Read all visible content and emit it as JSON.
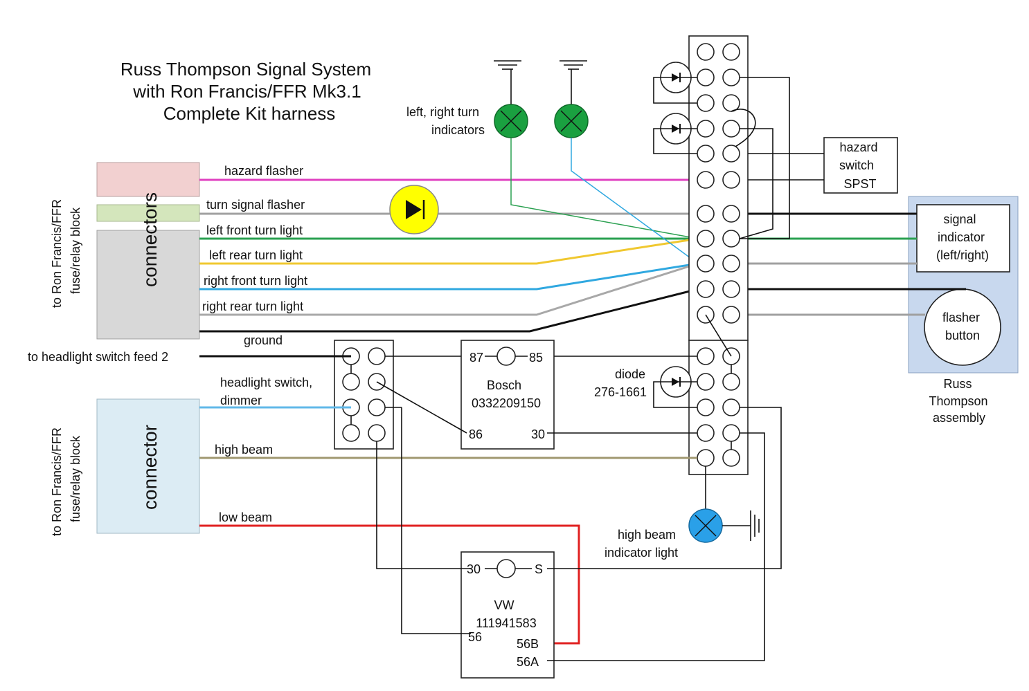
{
  "title": {
    "line1": "Russ Thompson Signal System",
    "line2": "with Ron Francis/FFR Mk3.1",
    "line3": "Complete Kit harness"
  },
  "side_labels": {
    "top_1": "to Ron Francis/FFR",
    "top_2": "fuse/relay block",
    "bottom_1": "to Ron Francis/FFR",
    "bottom_2": "fuse/relay block"
  },
  "connectors": {
    "top": "connectors",
    "bottom": "connector"
  },
  "wires": [
    {
      "label": "hazard flasher",
      "color": "#e040c0"
    },
    {
      "label": "turn signal flasher",
      "color": "#a0a0a0"
    },
    {
      "label": "left front turn light",
      "color": "#2aa050"
    },
    {
      "label": "left rear turn light",
      "color": "#f0c830"
    },
    {
      "label": "right front turn light",
      "color": "#30a8e0"
    },
    {
      "label": "right rear turn light",
      "color": "#a8a8a8"
    },
    {
      "label": "ground",
      "color": "#111111"
    },
    {
      "label": "to headlight switch feed 2",
      "color": "#111111"
    },
    {
      "label": "headlight switch,",
      "color": "#60b8e8"
    },
    {
      "label": "dimmer",
      "color": "#60b8e8"
    },
    {
      "label": "high beam",
      "color": "#a09870"
    },
    {
      "label": "low beam",
      "color": "#e02020"
    }
  ],
  "indicators": {
    "label_1": "left, right turn",
    "label_2": "indicators",
    "color": "#1aa040"
  },
  "hazard_switch": {
    "line1": "hazard",
    "line2": "switch",
    "line3": "SPST"
  },
  "signal_indicator": {
    "line1": "signal",
    "line2": "indicator",
    "line3": "(left/right)"
  },
  "flasher_button": {
    "line1": "flasher",
    "line2": "button"
  },
  "russ_assembly": {
    "line1": "Russ",
    "line2": "Thompson",
    "line3": "assembly",
    "color": "#c8d8ee"
  },
  "diode": {
    "line1": "diode",
    "line2": "276-1661"
  },
  "bosch_relay": {
    "pin87": "87",
    "pin85": "85",
    "name": "Bosch",
    "part": "0332209150",
    "pin86": "86",
    "pin30": "30"
  },
  "vw_relay": {
    "pin30": "30",
    "pinS": "S",
    "name": "VW",
    "part": "111941583",
    "pin56": "56",
    "pin56B": "56B",
    "pin56A": "56A"
  },
  "high_beam_indicator": {
    "line1": "high beam",
    "line2": "indicator light",
    "color": "#2aa0e8"
  },
  "colors": {
    "connector_top": "#d8d8d8",
    "connector_hazard": "#f2d0d0",
    "connector_turn": "#d4e6bc",
    "connector_bottom": "#dcecf4",
    "play_button": "#ffff00"
  }
}
